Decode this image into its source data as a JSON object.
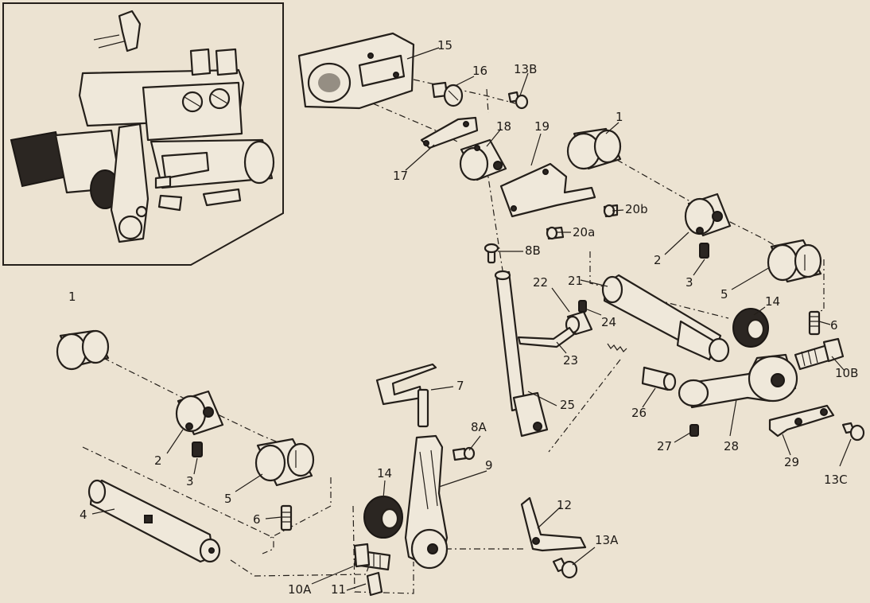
{
  "colors": {
    "paper": "#ece3d2",
    "ink": "#241f1a"
  },
  "callouts": {
    "c15": "15",
    "c16": "16",
    "c13b": "13B",
    "c1a": "1",
    "c18": "18",
    "c19": "19",
    "c17": "17",
    "c20b": "20b",
    "c20a": "20a",
    "c8b": "8B",
    "c2a": "2",
    "c3a": "3",
    "c22": "22",
    "c21": "21",
    "c5a": "5",
    "c14a": "14",
    "c24": "24",
    "c6a": "6",
    "c23": "23",
    "c10b": "10B",
    "c7": "7",
    "c25": "25",
    "c26": "26",
    "c8a": "8A",
    "c27": "27",
    "c28": "28",
    "c29": "29",
    "c13c": "13C",
    "c1b": "1",
    "c2b": "2",
    "c3b": "3",
    "c5b": "5",
    "c14b": "14",
    "c9": "9",
    "c4": "4",
    "c6b": "6",
    "c12": "12",
    "c13a": "13A",
    "c10a": "10A",
    "c11": "11"
  }
}
